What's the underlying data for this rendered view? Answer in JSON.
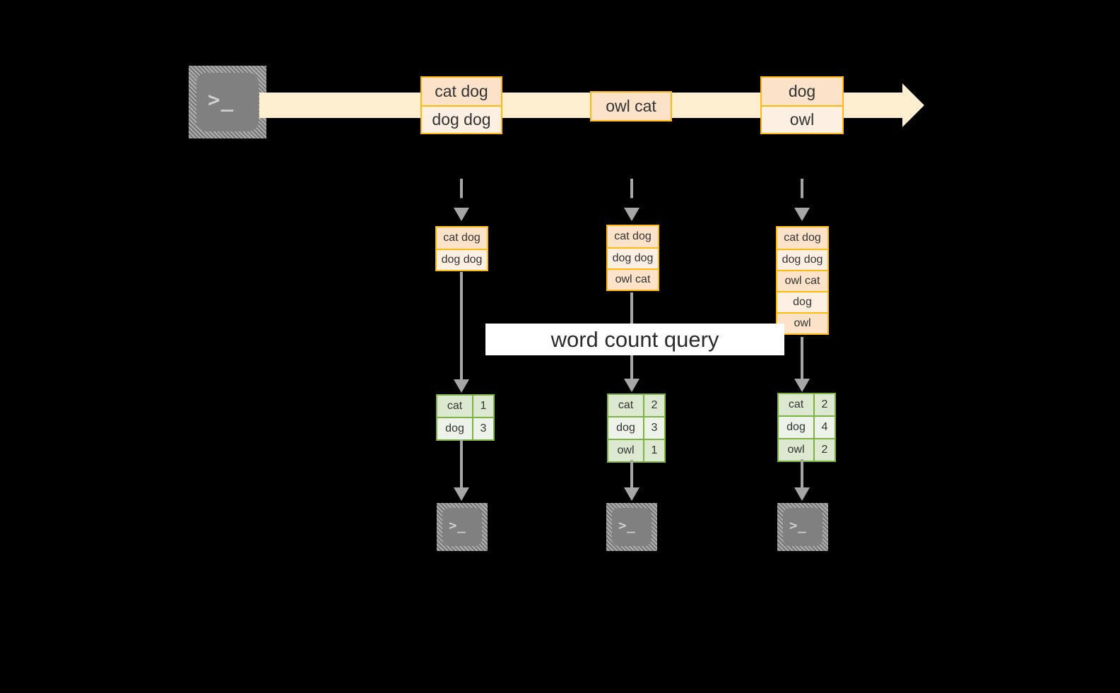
{
  "diagram": {
    "title": "word count query over a stream",
    "colors": {
      "background": "#000000",
      "stream_band": "#fdefcf",
      "event_border": "#ffb90f",
      "event_fill_light": "#fdf0e3",
      "event_fill_shade": "#fbe2c8",
      "result_border": "#7cb342",
      "result_fill_light": "#edf3e8",
      "result_fill_shade": "#dce8d0",
      "connector": "#a6a6a6",
      "terminal_face": "#808080",
      "banner": "#ffffff"
    }
  },
  "source": {
    "icon": "terminal-icon",
    "glyph": ">_"
  },
  "stream": {
    "events": [
      {
        "lines": [
          "cat dog",
          "dog dog"
        ]
      },
      {
        "lines": [
          "owl cat"
        ]
      },
      {
        "lines": [
          "dog",
          "owl"
        ]
      }
    ]
  },
  "banner": {
    "label": "word count query"
  },
  "columns": [
    {
      "snapshot": {
        "rows": [
          "cat dog",
          "dog dog"
        ]
      },
      "result": {
        "rows": [
          {
            "word": "cat",
            "count": "1"
          },
          {
            "word": "dog",
            "count": "3"
          }
        ]
      },
      "sink": {
        "icon": "terminal-icon",
        "glyph": ">_"
      }
    },
    {
      "snapshot": {
        "rows": [
          "cat dog",
          "dog dog",
          "owl cat"
        ]
      },
      "result": {
        "rows": [
          {
            "word": "cat",
            "count": "2"
          },
          {
            "word": "dog",
            "count": "3"
          },
          {
            "word": "owl",
            "count": "1"
          }
        ]
      },
      "sink": {
        "icon": "terminal-icon",
        "glyph": ">_"
      }
    },
    {
      "snapshot": {
        "rows": [
          "cat dog",
          "dog dog",
          "owl cat",
          "dog",
          "owl"
        ]
      },
      "result": {
        "rows": [
          {
            "word": "cat",
            "count": "2"
          },
          {
            "word": "dog",
            "count": "4"
          },
          {
            "word": "owl",
            "count": "2"
          }
        ]
      },
      "sink": {
        "icon": "terminal-icon",
        "glyph": ">_"
      }
    }
  ]
}
